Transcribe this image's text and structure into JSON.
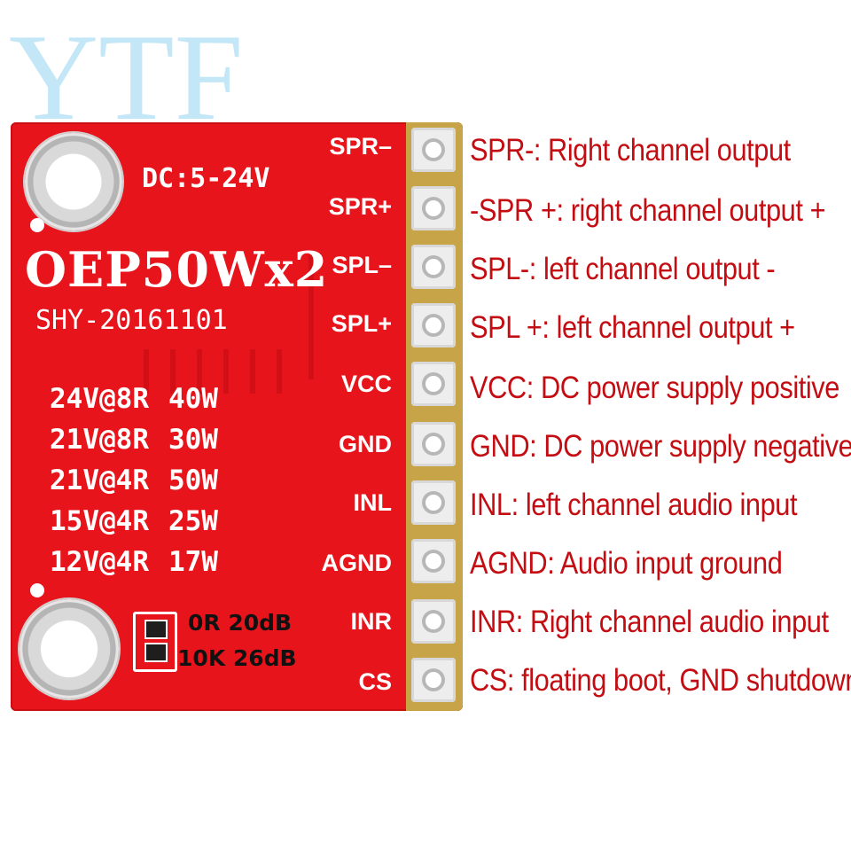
{
  "watermark": "YTF",
  "board": {
    "dc_rating": "DC:5-24V",
    "model": "OEP50Wx2",
    "revision": "SHY-20161101",
    "specs": [
      {
        "cond": "24V@8R",
        "power": "40W"
      },
      {
        "cond": "21V@8R",
        "power": "30W"
      },
      {
        "cond": "21V@4R",
        "power": "50W"
      },
      {
        "cond": "15V@4R",
        "power": "25W"
      },
      {
        "cond": "12V@4R",
        "power": "17W"
      }
    ],
    "gain_options": [
      "0R 20dB",
      "10K 26dB"
    ],
    "pins": [
      "SPR–",
      "SPR+",
      "SPL–",
      "SPL+",
      "VCC",
      "GND",
      "INL",
      "AGND",
      "INR",
      "CS"
    ]
  },
  "descriptions": [
    "SPR-: Right channel output",
    "-SPR +: right channel output +",
    "SPL-: left channel output -",
    "SPL +: left channel output +",
    "VCC: DC power supply positive",
    "GND: DC power supply negative",
    "INL: left channel audio input",
    "AGND: Audio input ground",
    "INR: Right channel audio input",
    "CS: floating boot, GND shutdown"
  ],
  "colors": {
    "board": "#e8141b",
    "text_red": "#c40d12",
    "watermark": "#bfe6f7"
  }
}
